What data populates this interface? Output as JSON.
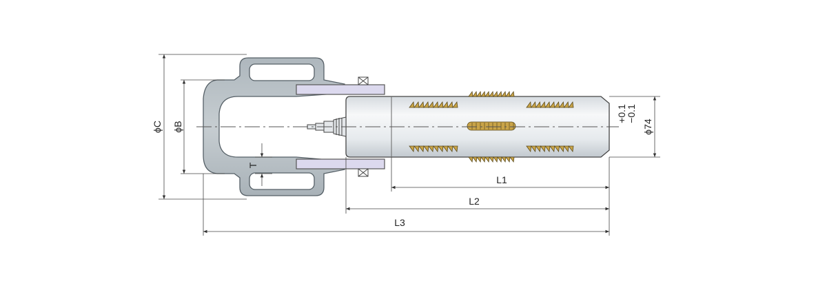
{
  "drawing": {
    "dimensions": {
      "phi_c": "ϕC",
      "phi_b": "ϕB",
      "t": "T",
      "l1": "L1",
      "l2": "L2",
      "l3": "L3",
      "phi_74": "ϕ74",
      "tol_plus": "+0.1",
      "tol_minus": "−0.1"
    },
    "colors": {
      "handle_fill": "#b9c2c7",
      "handle_stroke": "#555f66",
      "plate_fill": "#dcd9ee",
      "shaft_fill": "#eceff2",
      "teeth_fill": "#c9a448",
      "teeth_stroke": "#5a4a1c",
      "line": "#333333"
    }
  }
}
